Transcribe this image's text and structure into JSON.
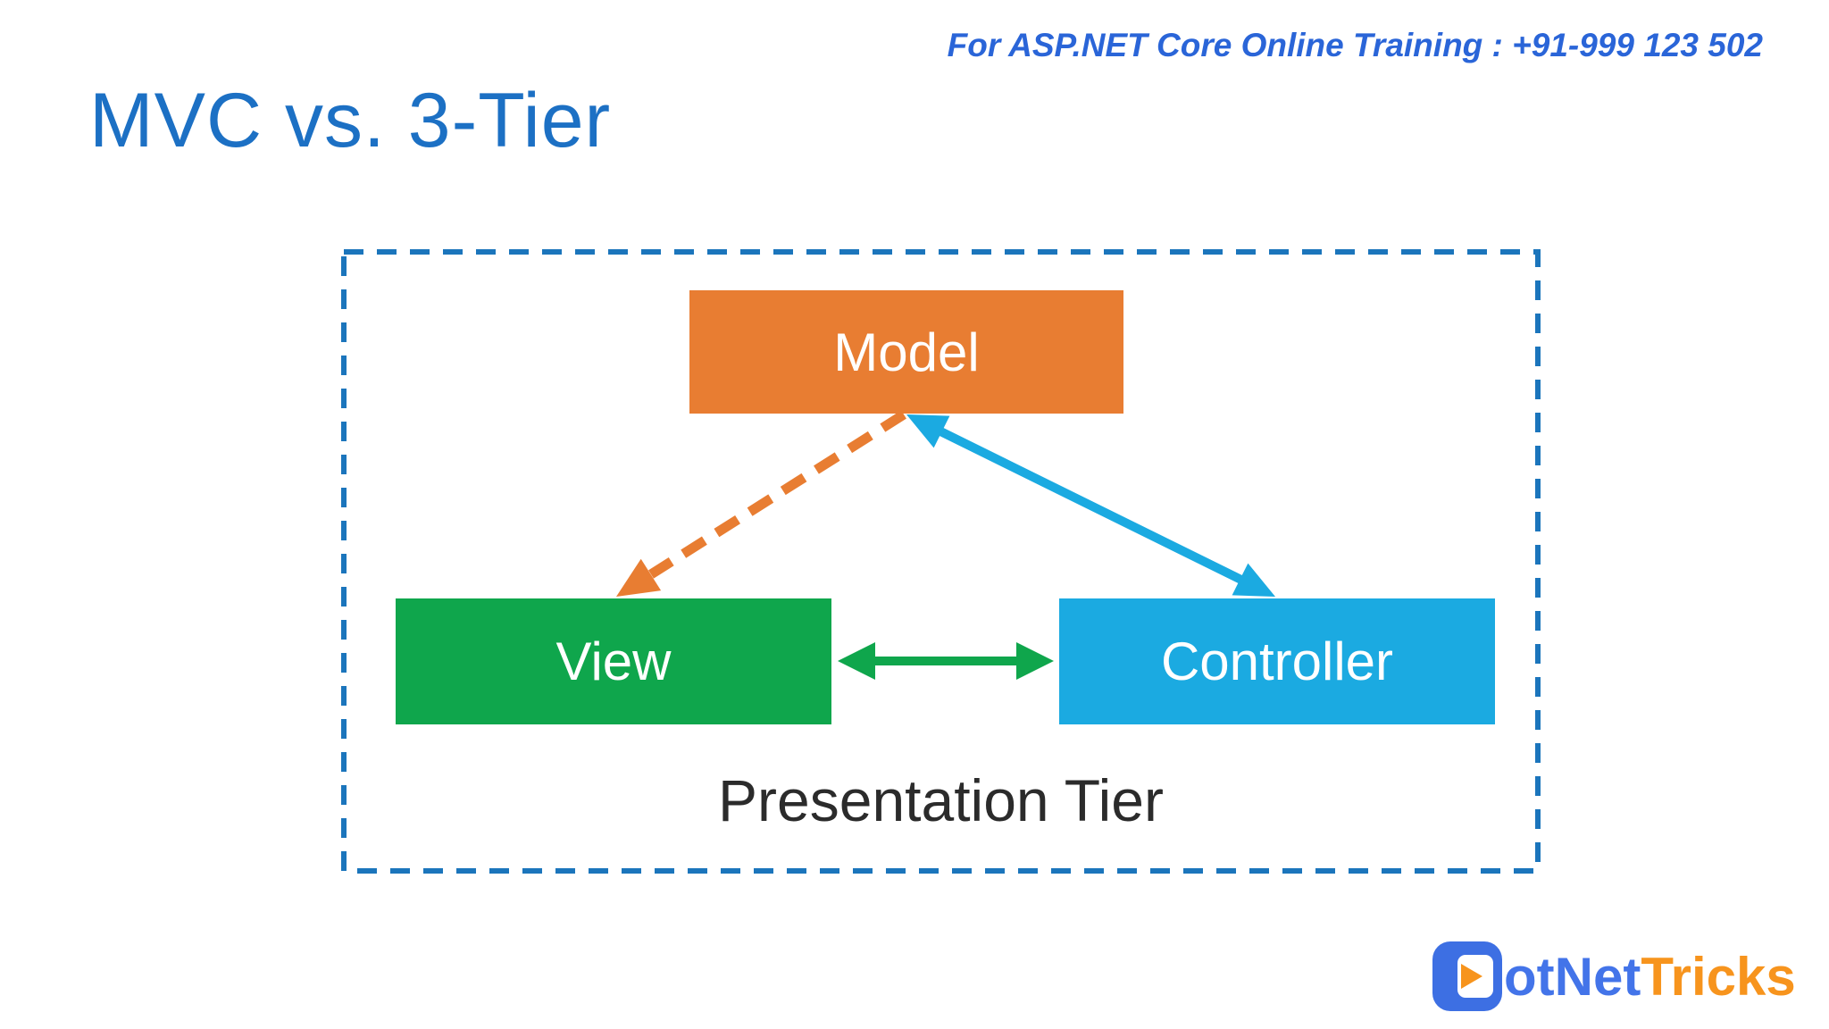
{
  "slide": {
    "header_note": "For ASP.NET Core Online Training : +91-999 123 502",
    "title": "MVC vs. 3-Tier"
  },
  "diagram": {
    "container_label": "Presentation Tier",
    "border_color": "#1B75BC",
    "nodes": [
      {
        "id": "model",
        "label": "Model",
        "color": "#E87D32",
        "text_color": "#FFFFFF"
      },
      {
        "id": "view",
        "label": "View",
        "color": "#0FA64C",
        "text_color": "#FFFFFF"
      },
      {
        "id": "controller",
        "label": "Controller",
        "color": "#1BAAE1",
        "text_color": "#FFFFFF"
      }
    ],
    "edges": [
      {
        "from": "model",
        "to": "view",
        "style": "dashed",
        "color": "#E87D32",
        "arrowheads": "end-only"
      },
      {
        "from": "model",
        "to": "controller",
        "style": "solid",
        "color": "#1BAAE1",
        "arrowheads": "both"
      },
      {
        "from": "view",
        "to": "controller",
        "style": "solid",
        "color": "#0FA64C",
        "arrowheads": "both"
      }
    ]
  },
  "logo": {
    "icon": "d-play-icon",
    "text_primary": "otNet",
    "text_secondary": "Tricks",
    "blue": "#4374E9",
    "orange": "#F7941D"
  },
  "colors": {
    "title_blue": "#1C70C4",
    "header_blue": "#2A65D8",
    "tier_label": "#2B2B2B",
    "background": "#FFFFFF"
  }
}
